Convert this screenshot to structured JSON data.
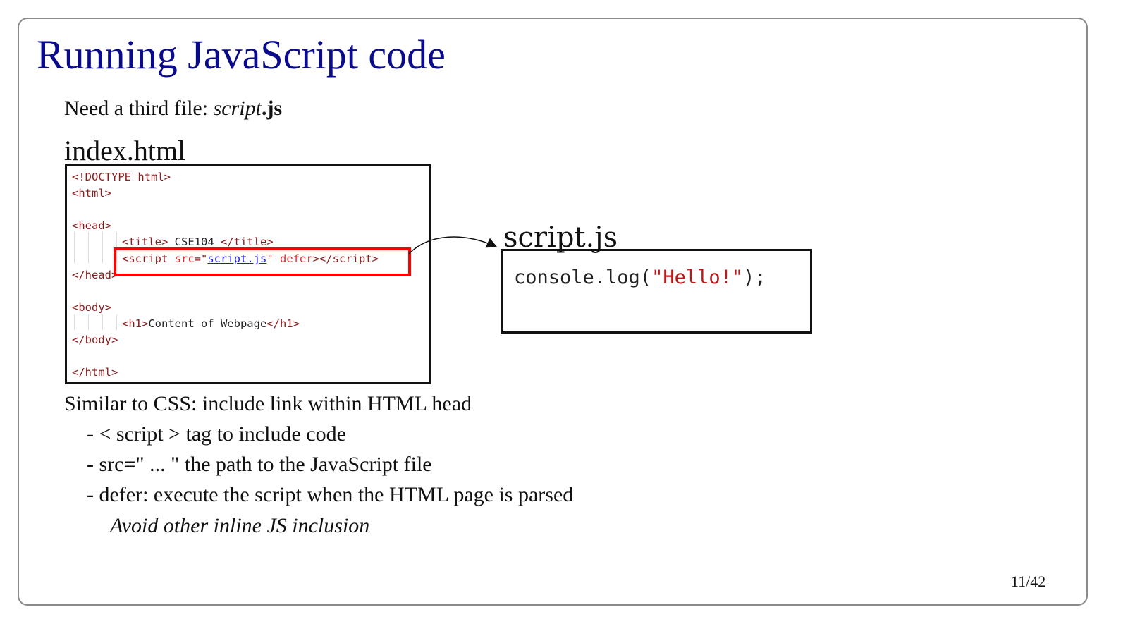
{
  "slide": {
    "title": "Running JavaScript code",
    "intro_prefix": "Need a third file: ",
    "intro_italic": "script",
    "intro_bold": ".js",
    "html_label": "index.html",
    "js_label": "script.js",
    "code_lines": {
      "l1": "<!DOCTYPE html>",
      "l2": "<html>",
      "l3": "<head>",
      "l4a": "<title>",
      "l4b": " CSE104 ",
      "l4c": "</title>",
      "l5a": "<script ",
      "l5b": "src",
      "l5c": "=\"",
      "l5d": "script.js",
      "l5e": "\" ",
      "l5f": "defer",
      "l5g": "></script>",
      "l6": "</head>",
      "l7": "<body>",
      "l8a": "<h1>",
      "l8b": "Content of Webpage",
      "l8c": "</h1>",
      "l9": "</body>",
      "l10": "</html>"
    },
    "js_code": {
      "a": "console.log(",
      "b": "\"Hello!\"",
      "c": ");"
    },
    "bullets_heading": "Similar to CSS: include link within HTML head",
    "bullets": [
      "- < script > tag to include code",
      "- src=\" ... \" the path to the JavaScript file",
      "- defer: execute the script when the HTML page is parsed"
    ],
    "note": "Avoid other inline JS inclusion",
    "page_number": "11/42"
  }
}
